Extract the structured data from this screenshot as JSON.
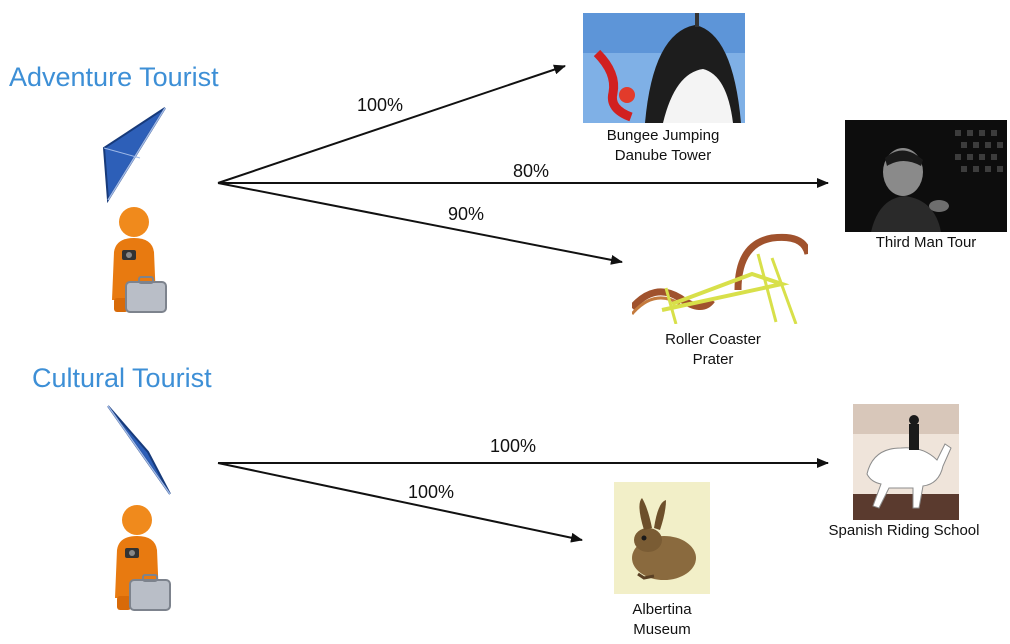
{
  "groups": [
    {
      "title": "Adventure Tourist",
      "links": [
        {
          "percent": "100%",
          "target": "Bungee Jumping Danube Tower"
        },
        {
          "percent": "80%",
          "target": "Third Man Tour"
        },
        {
          "percent": "90%",
          "target": "Roller Coaster Prater"
        }
      ]
    },
    {
      "title": "Cultural Tourist",
      "links": [
        {
          "percent": "100%",
          "target": "Spanish Riding School"
        },
        {
          "percent": "100%",
          "target": "Albertina Museum"
        }
      ]
    }
  ],
  "destinations": {
    "bungee": {
      "line1": "Bungee Jumping",
      "line2": "Danube Tower"
    },
    "third_man": {
      "line1": "Third Man Tour"
    },
    "roller": {
      "line1": "Roller Coaster",
      "line2": "Prater"
    },
    "spanish": {
      "line1": "Spanish Riding School"
    },
    "albertina": {
      "line1": "Albertina",
      "line2": "Museum"
    }
  },
  "colors": {
    "title": "#3d8fd6",
    "figure": "#f08a1c",
    "kite": "#2d5fb8",
    "arrow": "#111111"
  },
  "icons": [
    "kite-icon",
    "tourist-figure-icon",
    "suitcase-icon"
  ]
}
